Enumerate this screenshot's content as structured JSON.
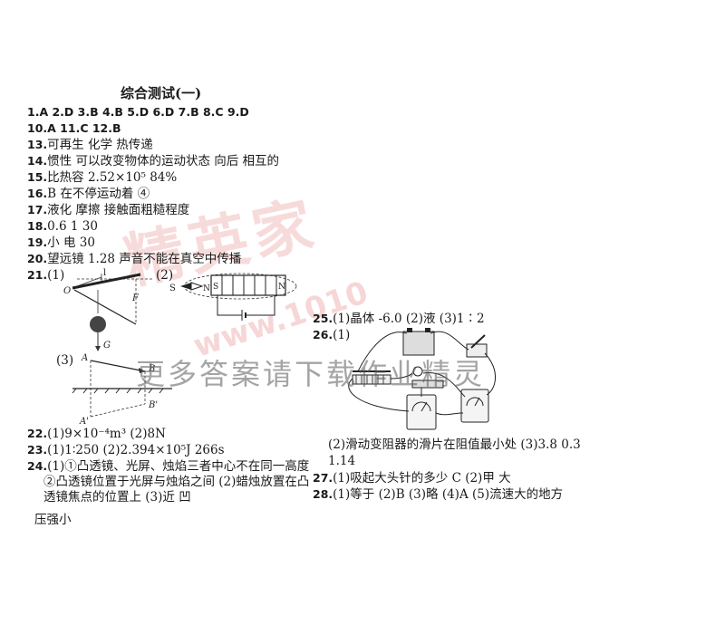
{
  "title": "综合测试(一)",
  "answers": {
    "row1": "1.A  2.D  3.B  4.B  5.D  6.D  7.B  8.C  9.D",
    "row2": "10.A  11.C  12.B",
    "q13": {
      "n": "13.",
      "t": "可再生   化学   热传递"
    },
    "q14": {
      "n": "14.",
      "t": "惯性   可以改变物体的运动状态   向后   相互的"
    },
    "q15": {
      "n": "15.",
      "t": "比热容  2.52×10⁵  84%"
    },
    "q16": {
      "n": "16.",
      "t": "B  在不停运动着  ④"
    },
    "q17": {
      "n": "17.",
      "t": "液化   摩擦   接触面粗糙程度"
    },
    "q18": {
      "n": "18.",
      "t": "0.6  1  30"
    },
    "q19": {
      "n": "19.",
      "t": "小  电   30"
    },
    "q20": {
      "n": "20.",
      "t": "望远镜  1.28  声音不能在真空中传播"
    },
    "q21": {
      "n": "21.",
      "p1": "(1)",
      "p2": "(2)",
      "p3": "(3)"
    },
    "q22": {
      "n": "22.",
      "t": "(1)9×10⁻⁴m³   (2)8N"
    },
    "q23": {
      "n": "23.",
      "t": "(1)1∶250  (2)2.394×10⁵J   266s"
    },
    "q24": {
      "n": "24.",
      "l1": "(1)①凸透镜、光屏、烛焰三者中心不在同一高度",
      "l2": "②凸透镜位置于光屏与烛焰之间  (2)蜡烛放置在凸",
      "l3": "透镜焦点的位置上  (3)近   凹"
    },
    "q25": {
      "n": "25.",
      "t": "(1)晶体   -6.0  (2)液  (3)1∶2"
    },
    "q26": {
      "n": "26.",
      "p1": "(1)",
      "l2": "(2)滑动变阻器的滑片在阻值最小处   (3)3.8   0.3",
      "l3": "1.14"
    },
    "q27": {
      "n": "27.",
      "t": "(1)吸起大头针的多少  C  (2)甲   大"
    },
    "q28": {
      "n": "28.",
      "t": "(1)等于  (2)B  (3)略  (4)A  (5)流速大的地方"
    },
    "tail": "压强小"
  },
  "diagram_labels": {
    "l": "l",
    "O": "O",
    "F": "F",
    "G": "G",
    "S1": "S",
    "N1": "N",
    "S2": "S",
    "N2": "N",
    "A": "A",
    "B": "B",
    "Ap": "A'",
    "Bp": "B'"
  },
  "watermark": {
    "big": "精英家",
    "site": "www.1010",
    "slogan": "更多答案请下载作业精灵"
  }
}
